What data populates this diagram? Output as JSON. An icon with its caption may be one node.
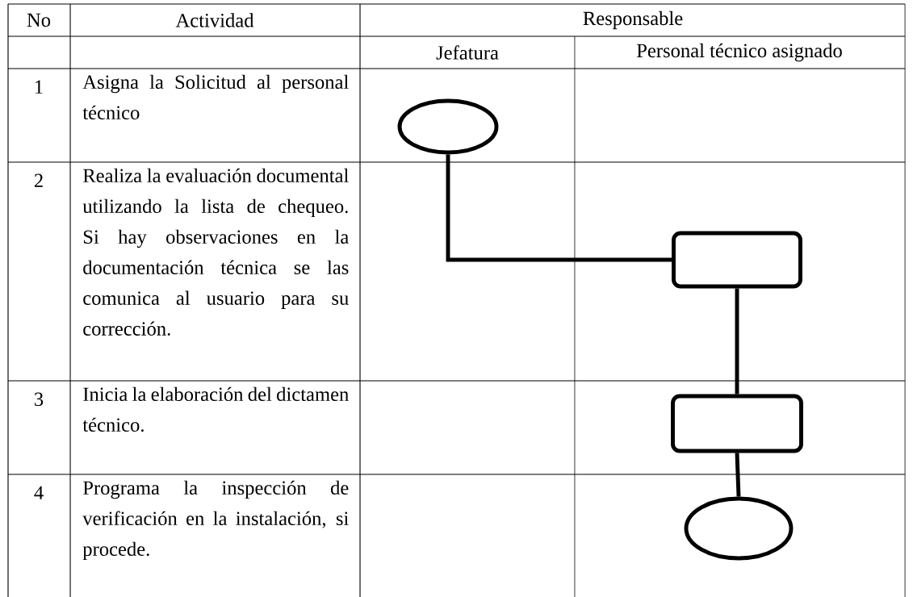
{
  "diagram": {
    "nodes": [
      {
        "text": [],
        "shape": "ellipse"
      },
      {
        "text": [],
        "shape": "box"
      },
      {
        "text": [],
        "shape": "box"
      },
      {
        "text": [],
        "shape": "ellipse"
      }
    ],
    "edges": [
      {
        "from": 0,
        "to": 1,
        "arrow": "none"
      },
      {
        "from": 1,
        "to": 2,
        "arrow": "none"
      },
      {
        "from": 2,
        "to": 3,
        "arrow": "none"
      }
    ],
    "labels": [
      "No",
      "Actividad",
      "Responsable",
      "Jefatura",
      "Personal técnico asignado",
      "1",
      "Asigna la Solicitud al personal técnico",
      "2",
      "Realiza la evaluación documental utilizando la lista de chequeo. Si hay observaciones en la documentación técnica se las comunica al usuario para su corrección.",
      "3",
      "Inicia la elaboración del dictamen técnico.",
      "4",
      "Programa la inspección de verificación en la instalación, si procede."
    ]
  }
}
